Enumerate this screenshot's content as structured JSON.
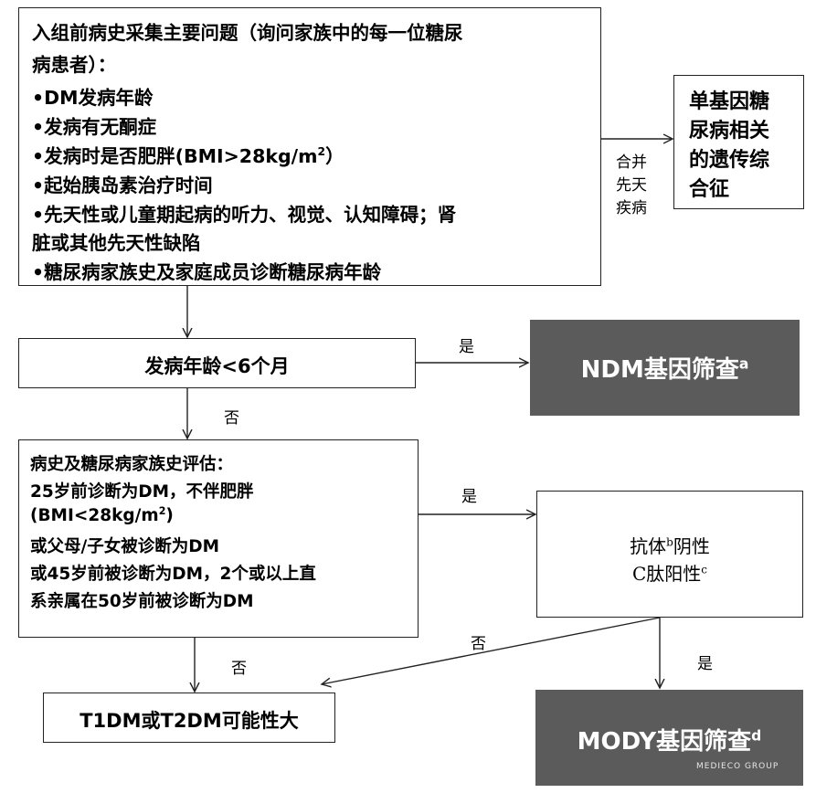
{
  "box1": {
    "heading_1": "入组前病史采集主要问题（询问家族中的每一位糖尿",
    "heading_2": "病患者）：",
    "items": [
      "•DM发病年龄",
      "•发病有无酮症",
      "•发病时是否肥胖(BMI>28kg/m",
      "•起始胰岛素治疗时间",
      "•先天性或儿童期起病的听力、视觉、认知障碍；肾",
      "脏或其他先天性缺陷",
      "•糖尿病家族史及家庭成员诊断糖尿病年龄"
    ],
    "bmi_sup": "2",
    "bmi_close": "）"
  },
  "box_syndrome": {
    "lines": [
      "单基因糖",
      "尿病相关",
      "的遗传综",
      "合征"
    ]
  },
  "label_congenital": [
    "合并",
    "先天",
    "疾病"
  ],
  "box_onset": {
    "text": "发病年龄<6个月"
  },
  "box_ndm": {
    "text": "NDM基因筛查",
    "sup": "a"
  },
  "box_history": {
    "lines": [
      "病史及糖尿病家族史评估：",
      "25岁前诊断为DM，不伴肥胖",
      "(BMI<28kg/m",
      "或父母/子女被诊断为DM",
      "或45岁前被诊断为DM，2个或以上直",
      "系亲属在50岁前被诊断为DM"
    ],
    "bmi_sup": "2",
    "bmi_close": ")"
  },
  "box_antibody": {
    "line1_a": "抗体",
    "line1_sup": "b",
    "line1_b": "阴性",
    "line2_a": "C肽阳性",
    "line2_sup": "c"
  },
  "box_t1t2": {
    "text": "T1DM或T2DM可能性大"
  },
  "box_mody": {
    "text": "MODY基因筛查",
    "sup": "d"
  },
  "labels": {
    "yes1": "是",
    "no1": "否",
    "yes2": "是",
    "no2": "否",
    "no3": "否",
    "yes3": "是"
  },
  "watermark": {
    "text": "MEDIECO GROUP"
  },
  "colors": {
    "dark_box": "#5b5b5b",
    "line": "#222222"
  }
}
